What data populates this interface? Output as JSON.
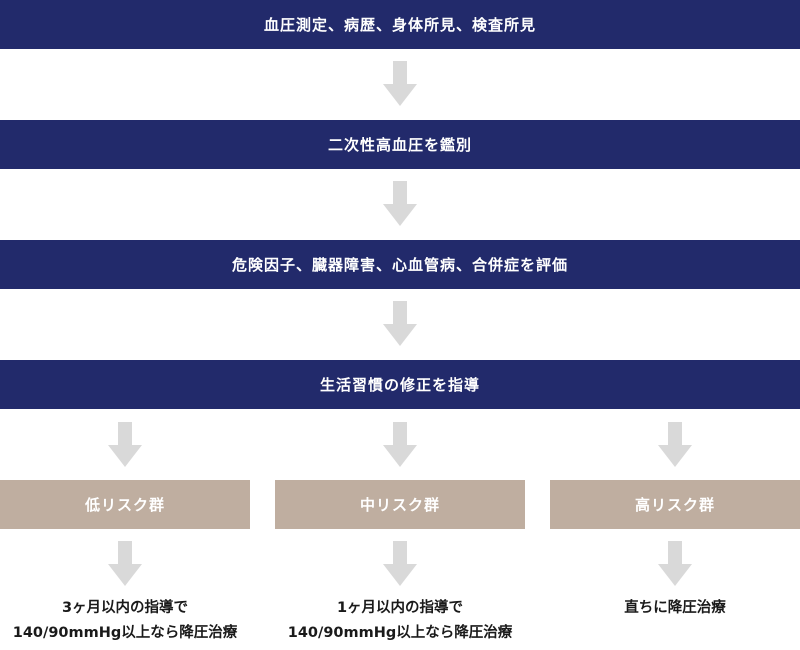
{
  "colors": {
    "step_bar": "#222a6b",
    "risk_box": "#bfaea0",
    "arrow": "#d9d9d9",
    "outcome_text": "#1a1a1a"
  },
  "steps": [
    {
      "label": "血圧測定、病歴、身体所見、検査所見"
    },
    {
      "label": "二次性高血圧を鑑別"
    },
    {
      "label": "危険因子、臓器障害、心血管病、合併症を評価"
    },
    {
      "label": "生活習慣の修正を指導"
    }
  ],
  "risk_groups": [
    {
      "label": "低リスク群",
      "outcome_line1": "3ヶ月以内の指導で",
      "outcome_line2": "140/90mmHg以上なら降圧治療"
    },
    {
      "label": "中リスク群",
      "outcome_line1": "1ヶ月以内の指導で",
      "outcome_line2": "140/90mmHg以上なら降圧治療"
    },
    {
      "label": "高リスク群",
      "outcome_line1": "直ちに降圧治療",
      "outcome_line2": ""
    }
  ]
}
